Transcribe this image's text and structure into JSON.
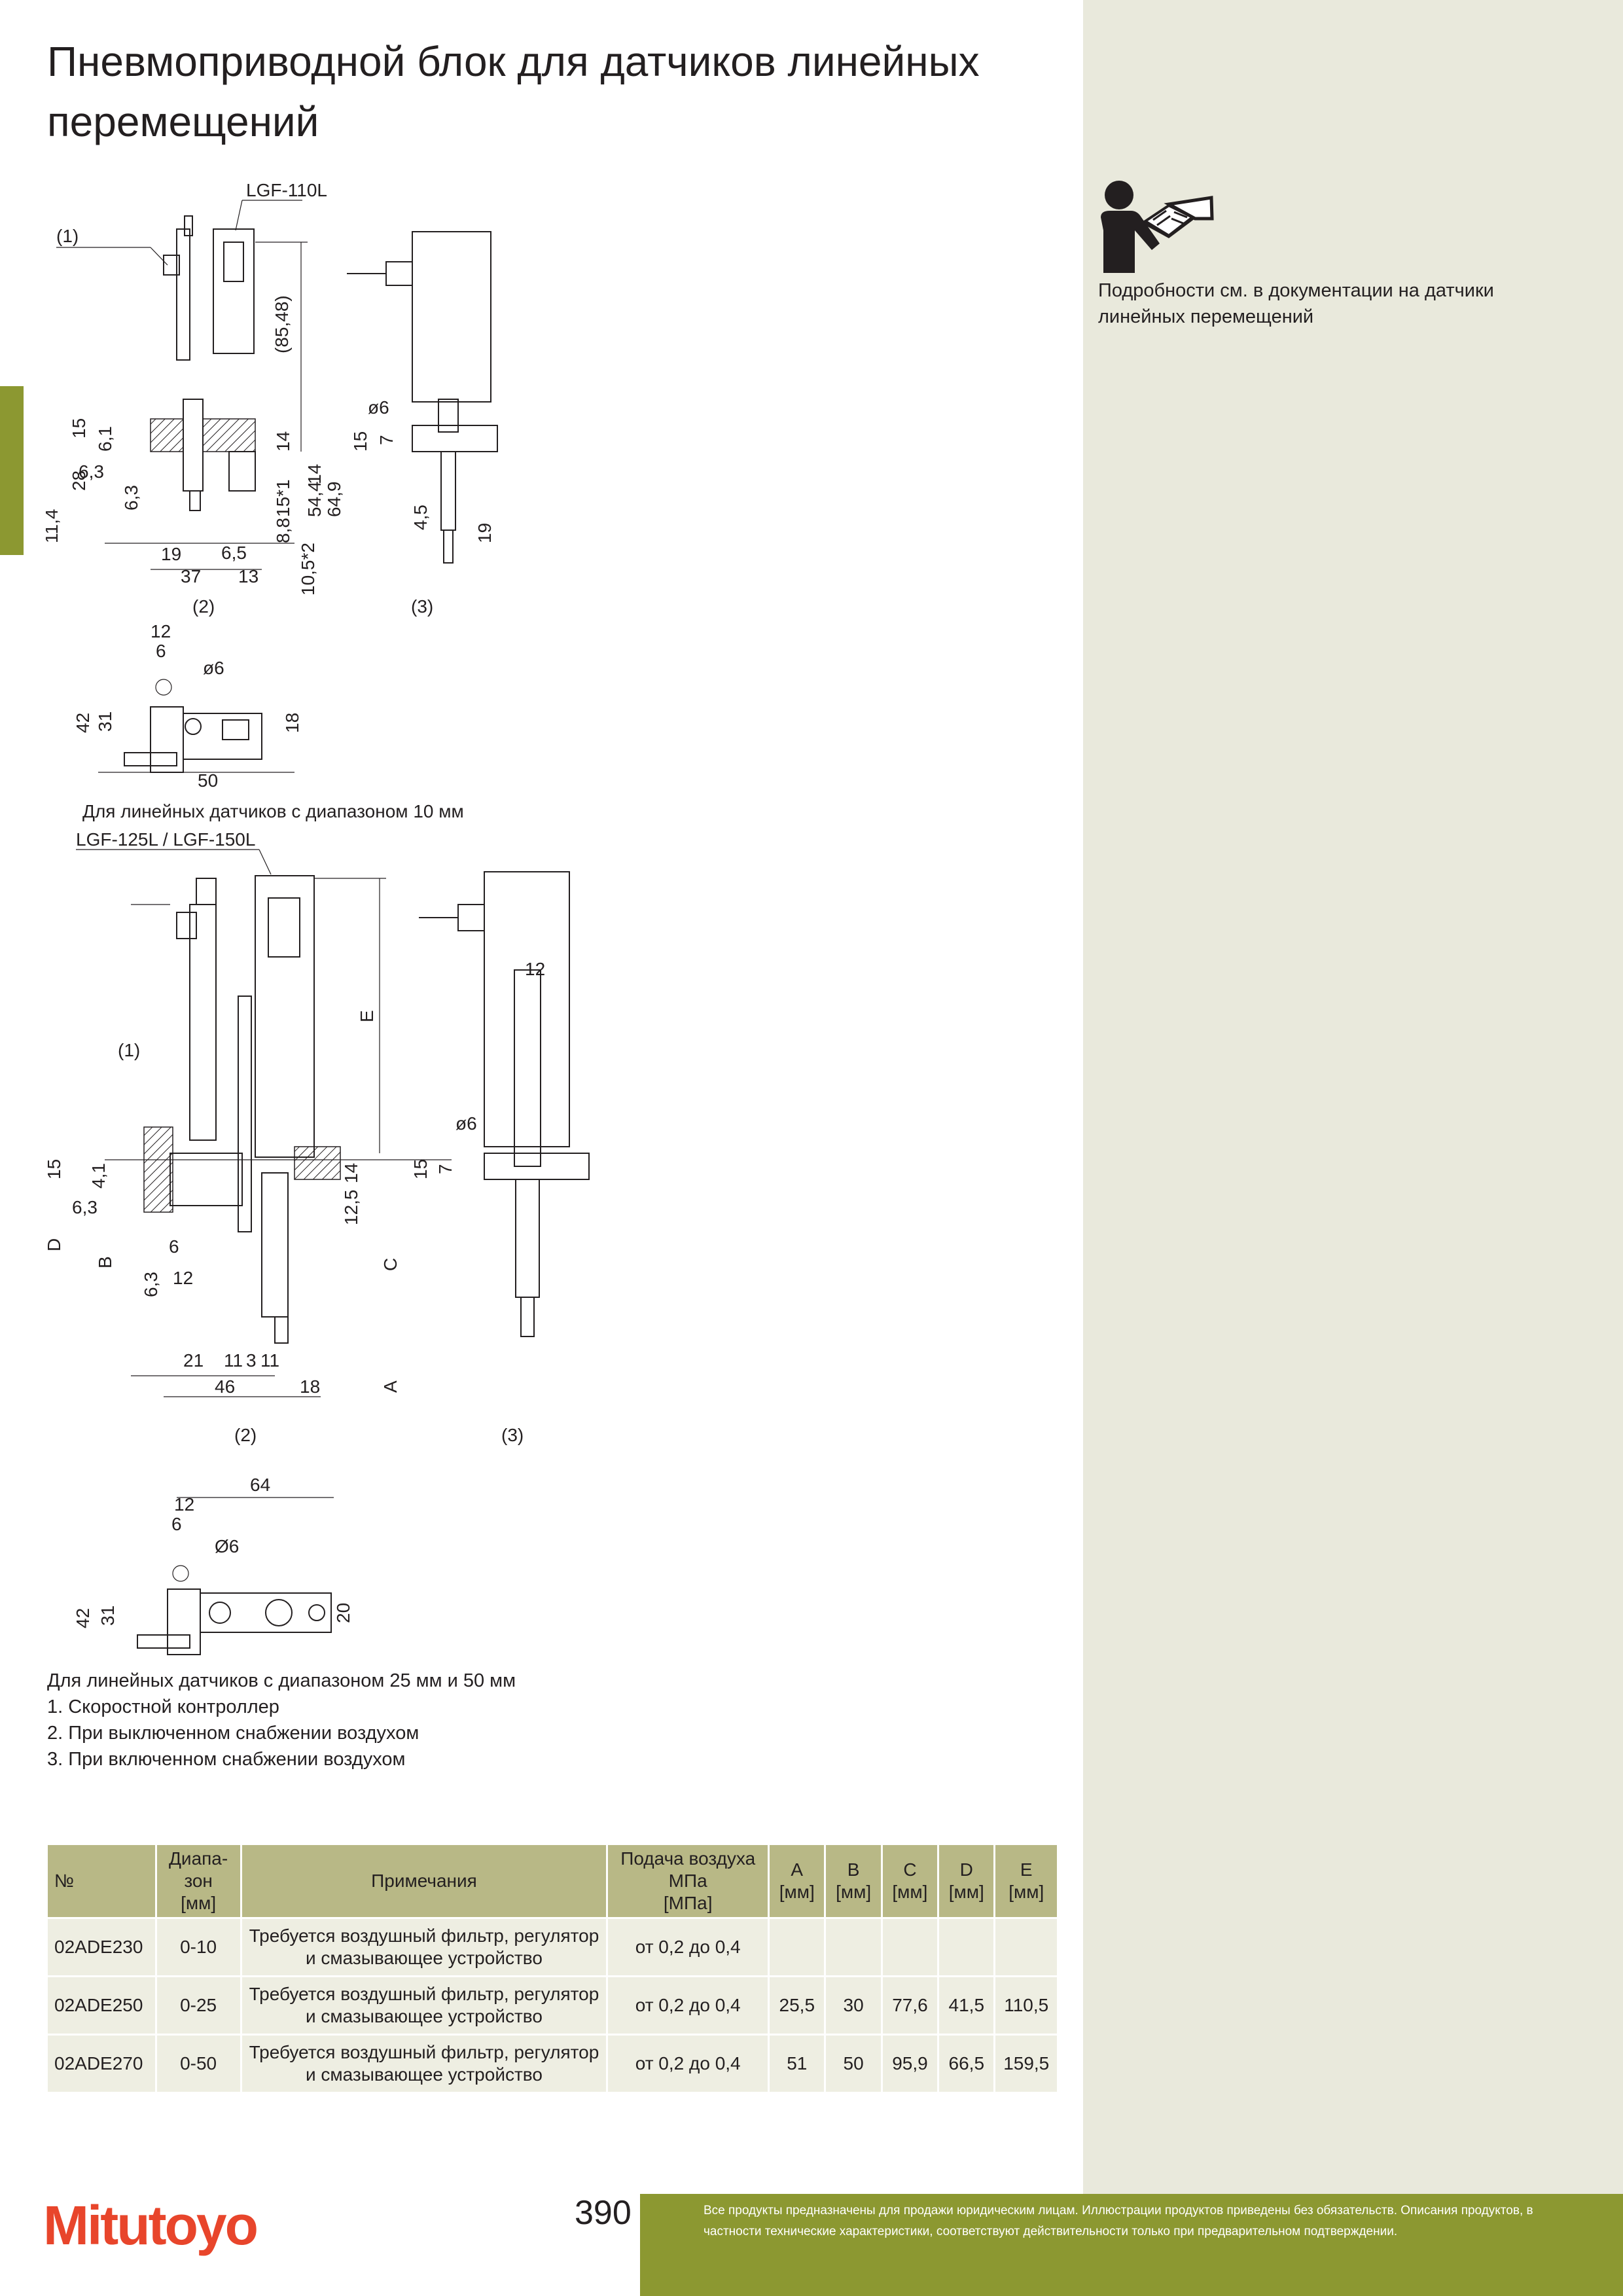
{
  "title": "Пневмоприводной блок для датчиков линейных перемещений",
  "side_note": "Подробности см. в документации на датчики линейных перемещений",
  "drawing1": {
    "model_label": "LGF-110L",
    "labels": [
      "(1)",
      "(2)",
      "(3)",
      "(85,48)",
      "15",
      "6,1",
      "6,3",
      "28",
      "6,3",
      "11,4",
      "19",
      "37",
      "6,5",
      "13",
      "14",
      "15*1",
      "14",
      "54,4",
      "64,9",
      "8,8",
      "10,5*2",
      "ø6",
      "7",
      "15",
      "4,5",
      "19"
    ],
    "caption": "Для линейных датчиков с диапазоном 10 мм"
  },
  "drawing1b": {
    "labels": [
      "12",
      "6",
      "ø6",
      "42",
      "31",
      "18",
      "50"
    ]
  },
  "drawing2": {
    "model_label": "LGF-125L / LGF-150L",
    "labels": [
      "(1)",
      "(2)",
      "(3)",
      "E",
      "15",
      "4,1",
      "6,3",
      "D",
      "B",
      "6",
      "6,3",
      "12",
      "14",
      "12,5",
      "C",
      "A",
      "21",
      "11",
      "3",
      "11",
      "46",
      "18",
      "ø6",
      "7",
      "15",
      "12"
    ]
  },
  "drawing2b": {
    "labels": [
      "64",
      "12",
      "6",
      "Ø6",
      "42",
      "31",
      "20"
    ]
  },
  "notes": [
    "Для линейных датчиков с диапазоном 25 мм и 50 мм",
    "1. Скоростной контроллер",
    "2. При выключенном снабжении воздухом",
    "3. При включенном снабжении воздухом"
  ],
  "table": {
    "headers": [
      "№",
      "Диапа-\nзон\n[мм]",
      "Примечания",
      "Подача воздуха\nМПа\n[МПа]",
      "A\n[мм]",
      "B\n[мм]",
      "C\n[мм]",
      "D\n[мм]",
      "E\n[мм]"
    ],
    "rows": [
      [
        "02ADE230",
        "0-10",
        "Требуется воздушный фильтр, регулятор и смазывающее устройство",
        "от 0,2 до 0,4",
        "",
        "",
        "",
        "",
        ""
      ],
      [
        "02ADE250",
        "0-25",
        "Требуется воздушный фильтр, регулятор и смазывающее устройство",
        "от 0,2 до 0,4",
        "25,5",
        "30",
        "77,6",
        "41,5",
        "110,5"
      ],
      [
        "02ADE270",
        "0-50",
        "Требуется воздушный фильтр, регулятор и смазывающее устройство",
        "от 0,2 до 0,4",
        "51",
        "50",
        "95,9",
        "66,5",
        "159,5"
      ]
    ]
  },
  "page_number": "390",
  "logo": "Mitutoyo",
  "footer": "Все продукты предназначены для продажи юридическим лицам. Иллюстрации продуктов приведены без обязательств. Описания продуктов, в частности технические характеристики, соответствуют действительности только при предварительном подтверждении.",
  "colors": {
    "accent_green": "#8c9831",
    "side_panel": "#e9e9dc",
    "table_header": "#b8b886",
    "table_cell": "#eeeee2",
    "logo_red": "#e8452b"
  },
  "icons": [
    "reader-with-book-icon"
  ]
}
